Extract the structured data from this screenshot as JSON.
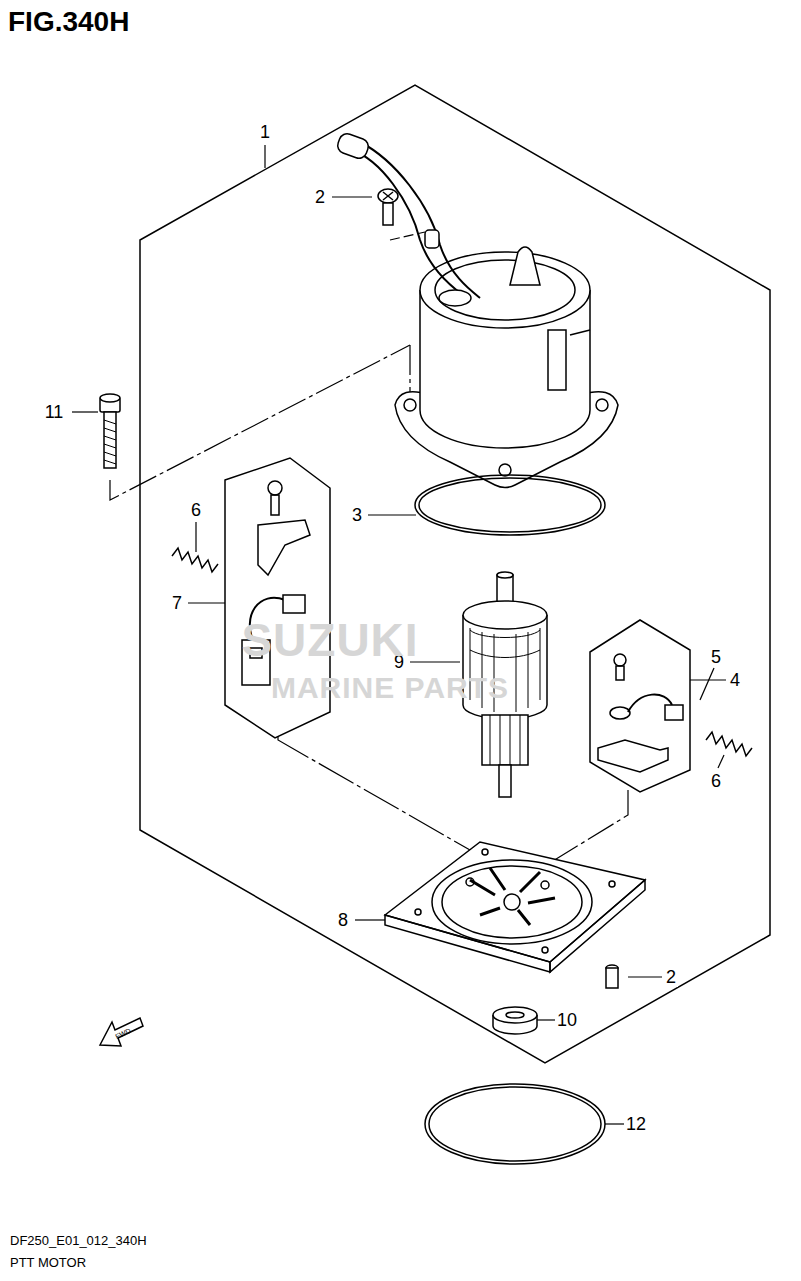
{
  "diagram": {
    "title": "FIG.340H",
    "labels": [
      "1",
      "2",
      "11",
      "6",
      "7",
      "3",
      "9",
      "5",
      "4",
      "6",
      "8",
      "2",
      "10",
      "12",
      "SUZUKI",
      "MARINE PARTS",
      "FWD",
      "DF250_E01_012_340H",
      "PTT MOTOR"
    ]
  }
}
